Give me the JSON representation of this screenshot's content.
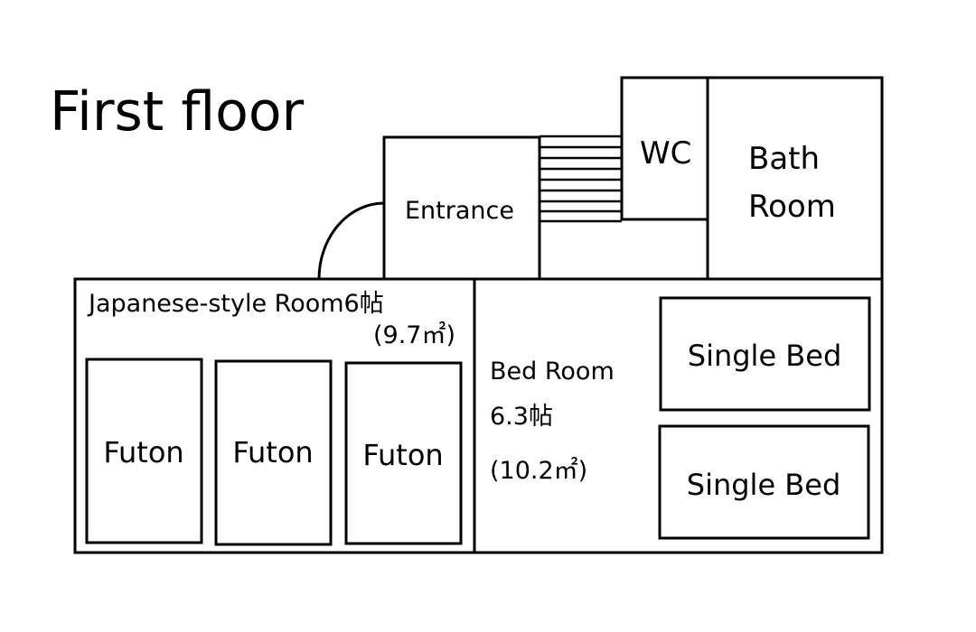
{
  "title": "First floor",
  "rooms": {
    "entrance": {
      "label": "Entrance"
    },
    "wc": {
      "label": "WC"
    },
    "bath": {
      "line1": "Bath",
      "line2": "Room"
    },
    "japanese": {
      "label": "Japanese-style Room6帖",
      "area": "(9.7㎡)"
    },
    "bedroom": {
      "label": "Bed Room",
      "size": "6.3帖",
      "area": "(10.2㎡)"
    }
  },
  "furniture": {
    "futons": [
      "Futon",
      "Futon",
      "Futon"
    ],
    "beds": [
      "Single Bed",
      "Single Bed"
    ]
  },
  "colors": {
    "line": "#000000",
    "background": "#ffffff"
  }
}
